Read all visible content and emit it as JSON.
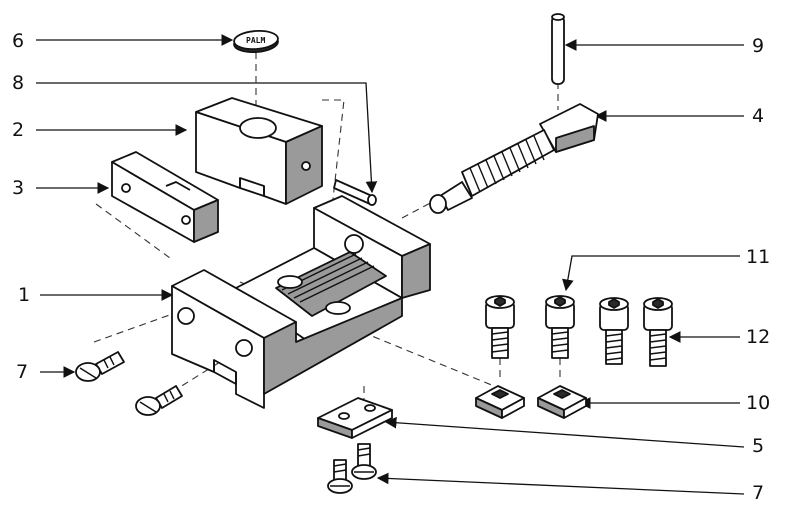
{
  "diagram": {
    "callouts": [
      {
        "id": "6",
        "text": "6"
      },
      {
        "id": "8",
        "text": "8"
      },
      {
        "id": "2",
        "text": "2"
      },
      {
        "id": "3",
        "text": "3"
      },
      {
        "id": "1",
        "text": "1"
      },
      {
        "id": "7a",
        "text": "7"
      },
      {
        "id": "9",
        "text": "9"
      },
      {
        "id": "4",
        "text": "4"
      },
      {
        "id": "11",
        "text": "11"
      },
      {
        "id": "12",
        "text": "12"
      },
      {
        "id": "10",
        "text": "10"
      },
      {
        "id": "5",
        "text": "5"
      },
      {
        "id": "7b",
        "text": "7"
      }
    ],
    "badge_text": "PALM"
  }
}
